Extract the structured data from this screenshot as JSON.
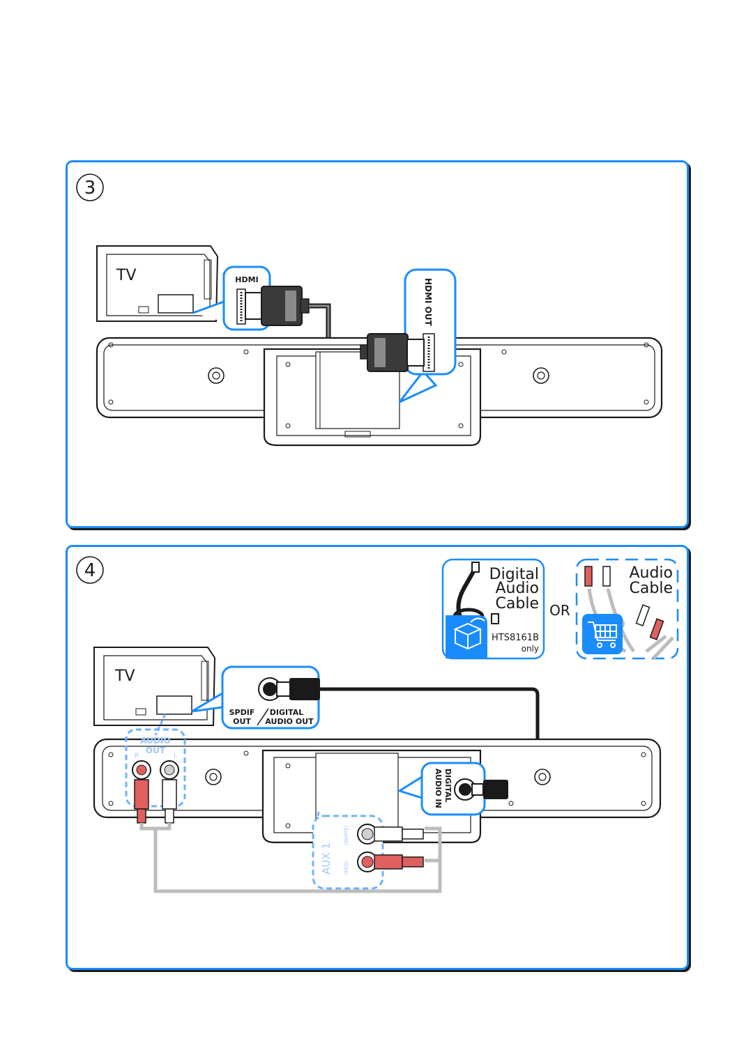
{
  "step3": {
    "number": "3",
    "tv_label": "TV",
    "hdmi_label": "HDMI",
    "hdmi_out_label": "HDMI OUT"
  },
  "step4": {
    "number": "4",
    "tv_label": "TV",
    "spdif_label_1": "SPDIF",
    "spdif_label_2": "OUT",
    "digital_label_1": "DIGITAL",
    "digital_label_2": "AUDIO OUT",
    "audio_out_label_1": "AUDIO",
    "audio_out_label_2": "OUT",
    "audio_out_r": "R",
    "audio_out_l": "L",
    "digital_in_label_1": "DIGITAL",
    "digital_in_label_2": "AUDIO IN",
    "aux_label": "AUX 1",
    "aux_white": "(WHITE)",
    "aux_red": "(RED)",
    "option_a": {
      "line1": "Digital",
      "line2": "Audio",
      "line3": "Cable",
      "model": "HTS8161B",
      "model_note": "only"
    },
    "or_label": "OR",
    "option_b": {
      "line1": "Audio",
      "line2": "Cable"
    }
  },
  "colors": {
    "accent": "#1a8cff",
    "outline": "#1a1a1a",
    "cable_red": "#e06060",
    "cable_grey": "#bdbdbd"
  },
  "icons": [
    "box-icon",
    "shopping-cart-icon",
    "rca-plug-icon",
    "optical-plug-icon",
    "hdmi-plug-icon"
  ]
}
